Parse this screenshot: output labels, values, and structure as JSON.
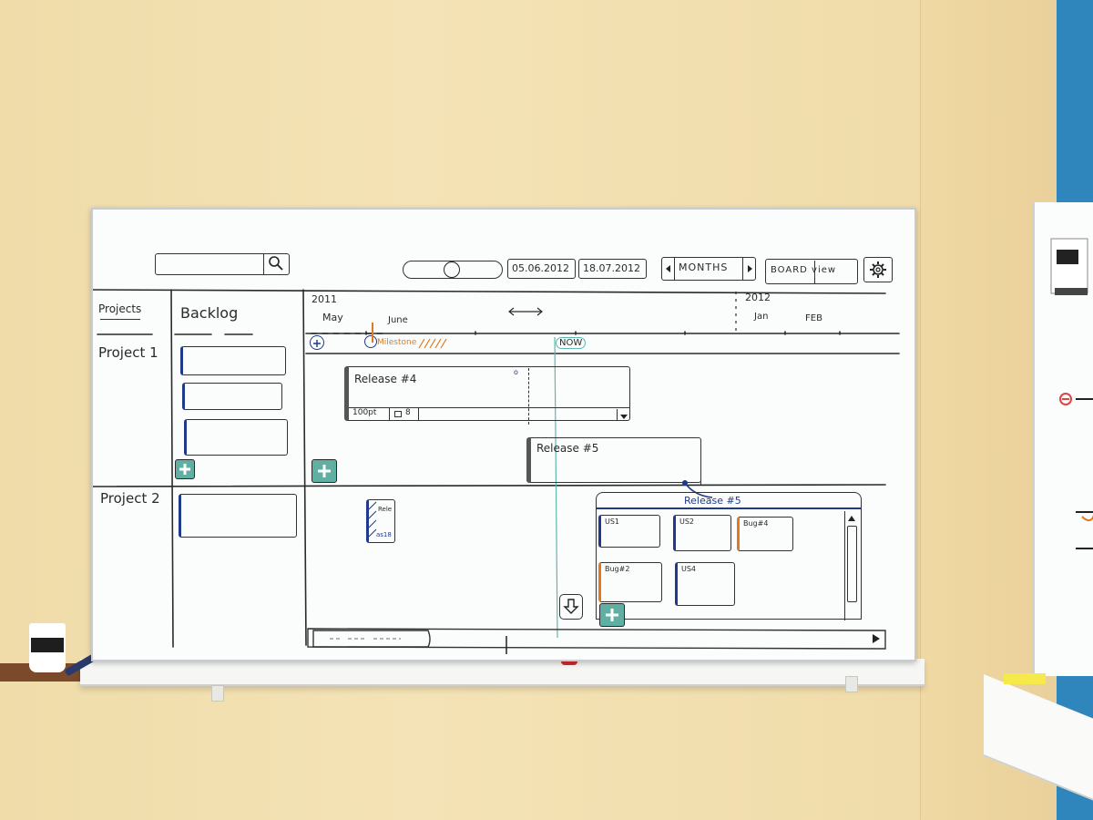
{
  "toolbar": {
    "date_from": "05.06.2012",
    "date_to": "18.07.2012",
    "period": "MONTHS",
    "board_view": "BOARD view"
  },
  "columns": {
    "projects": "Projects",
    "backlog": "Backlog"
  },
  "timeline": {
    "year_start": "2011",
    "year_end": "2012",
    "months": [
      "May",
      "June",
      "Jan",
      "FEB"
    ],
    "milestone": "Milestone",
    "now": "NOW"
  },
  "projects": [
    "Project 1",
    "Project 2"
  ],
  "releases": {
    "r4": {
      "title": "Release #4",
      "points": "100pt",
      "count": "8"
    },
    "r5": {
      "title": "Release #5"
    },
    "r5_expanded": {
      "title": "Release #5"
    }
  },
  "cards": [
    "US1",
    "US2",
    "Bug#4",
    "Bug#2",
    "US4"
  ],
  "small_card": {
    "line1": "Rele",
    "line2": "as18"
  },
  "colors": {
    "marker_black": "#2a2a2a",
    "marker_blue": "#1f3a8a",
    "marker_orange": "#e07a1f",
    "marker_green": "#3aa38a",
    "wall": "#f1dfae",
    "board": "#fbfcfc"
  }
}
